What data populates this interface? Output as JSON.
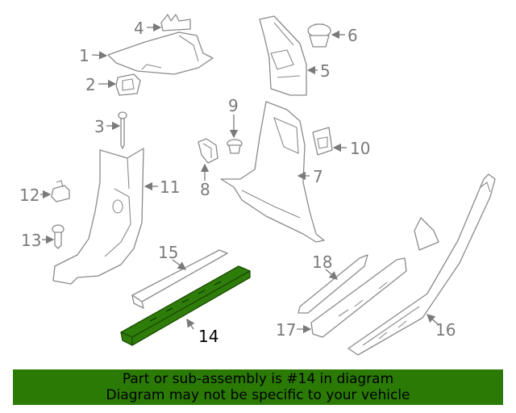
{
  "callouts": {
    "c1": "1",
    "c2": "2",
    "c3": "3",
    "c4": "4",
    "c5": "5",
    "c6": "6",
    "c7": "7",
    "c8": "8",
    "c9": "9",
    "c10": "10",
    "c11": "11",
    "c12": "12",
    "c13": "13",
    "c14": "14",
    "c15": "15",
    "c16": "16",
    "c17": "17",
    "c18": "18"
  },
  "highlighted_part": "14",
  "colors": {
    "highlight": "#2e7d0a",
    "banner": "#2b7a05",
    "lines": "#8a8a8a"
  },
  "banner": {
    "line1": "Part or sub-assembly is #14 in diagram",
    "line2": "Diagram may not be specific to your vehicle"
  }
}
